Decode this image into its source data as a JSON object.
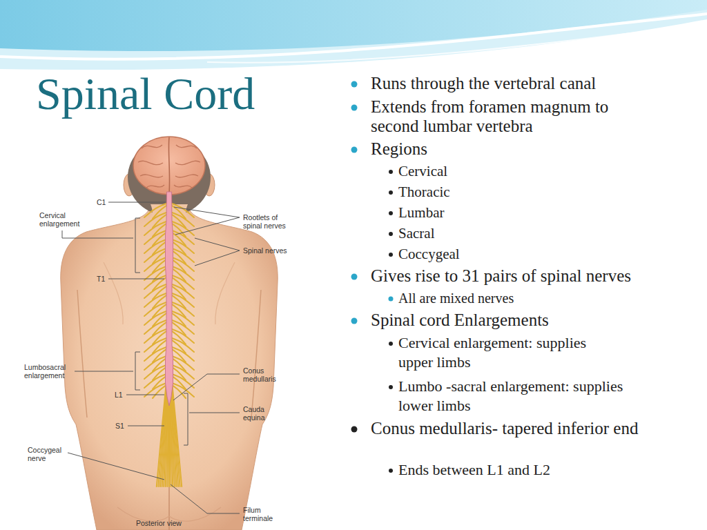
{
  "diagram": {
    "title": "Spinal Cord",
    "labels": [
      "Runs through the vertebral canal",
      "Extends from foramen magnum to second lumbar vertebra",
      "Regions",
      "Cervical",
      "Thoracic",
      "Lumbar",
      "Sacral",
      "Coccygeal",
      "Gives rise to 31 pairs of spinal nerves",
      "All are mixed nerves",
      "Spinal cord Enlargements",
      "Cervical enlargement: supplies upper limbs",
      "Lumbo -sacral enlargement: supplies lower limbs",
      "Conus medullaris- tapered inferior end",
      "Ends between L1 and L2",
      "C1",
      "Cervical enlargement",
      "Rootlets of spinal nerves",
      "Spinal nerves",
      "T1",
      "Lumbosacral enlargement",
      "Conus medullaris",
      "L1",
      "Cauda equina",
      "S1",
      "Coccygeal nerve",
      "Filum terminale",
      "Posterior view"
    ]
  }
}
